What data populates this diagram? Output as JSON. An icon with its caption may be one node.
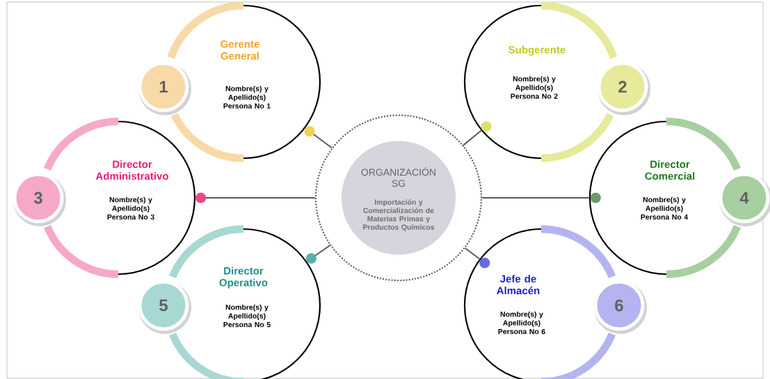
{
  "diagram": {
    "nodes": [
      {
        "text": [
          "ORGANIZACIÓN SG",
          "Importación y Comercialización de Materias Primas y Productos Químicos"
        ]
      },
      {
        "text": [
          "Gerente General",
          "Nombre(s) y Apellido(s) Persona No 1"
        ]
      },
      {
        "text": [
          "1"
        ]
      },
      {
        "text": [
          "Subgerente",
          "Nombre(s) y Apellido(s) Persona No 2"
        ]
      },
      {
        "text": [
          "2"
        ]
      },
      {
        "text": [
          "Director Administrativo",
          "Nombre(s) y Apellido(s) Persona No 3"
        ]
      },
      {
        "text": [
          "3"
        ]
      },
      {
        "text": [
          "Director Comercial",
          "Nombre(s) y Apellido(s) Persona No 4"
        ]
      },
      {
        "text": [
          "4"
        ]
      },
      {
        "text": [
          "Director Operativo",
          "Nombre(s) y Apellido(s) Persona No 5"
        ]
      },
      {
        "text": [
          "5"
        ]
      },
      {
        "text": [
          "Jefe de Almacén",
          "Nombre(s) y Apellido(s) Persona No 6"
        ]
      },
      {
        "text": [
          "6"
        ]
      }
    ],
    "edges": [
      {
        "from": 1,
        "to": 0,
        "arrow": "other"
      },
      {
        "from": 3,
        "to": 0,
        "arrow": "other"
      },
      {
        "from": 5,
        "to": 0,
        "arrow": "other"
      },
      {
        "from": 7,
        "to": 0,
        "arrow": "other"
      },
      {
        "from": 9,
        "to": 0,
        "arrow": "other"
      },
      {
        "from": 11,
        "to": 0,
        "arrow": "other"
      }
    ]
  }
}
